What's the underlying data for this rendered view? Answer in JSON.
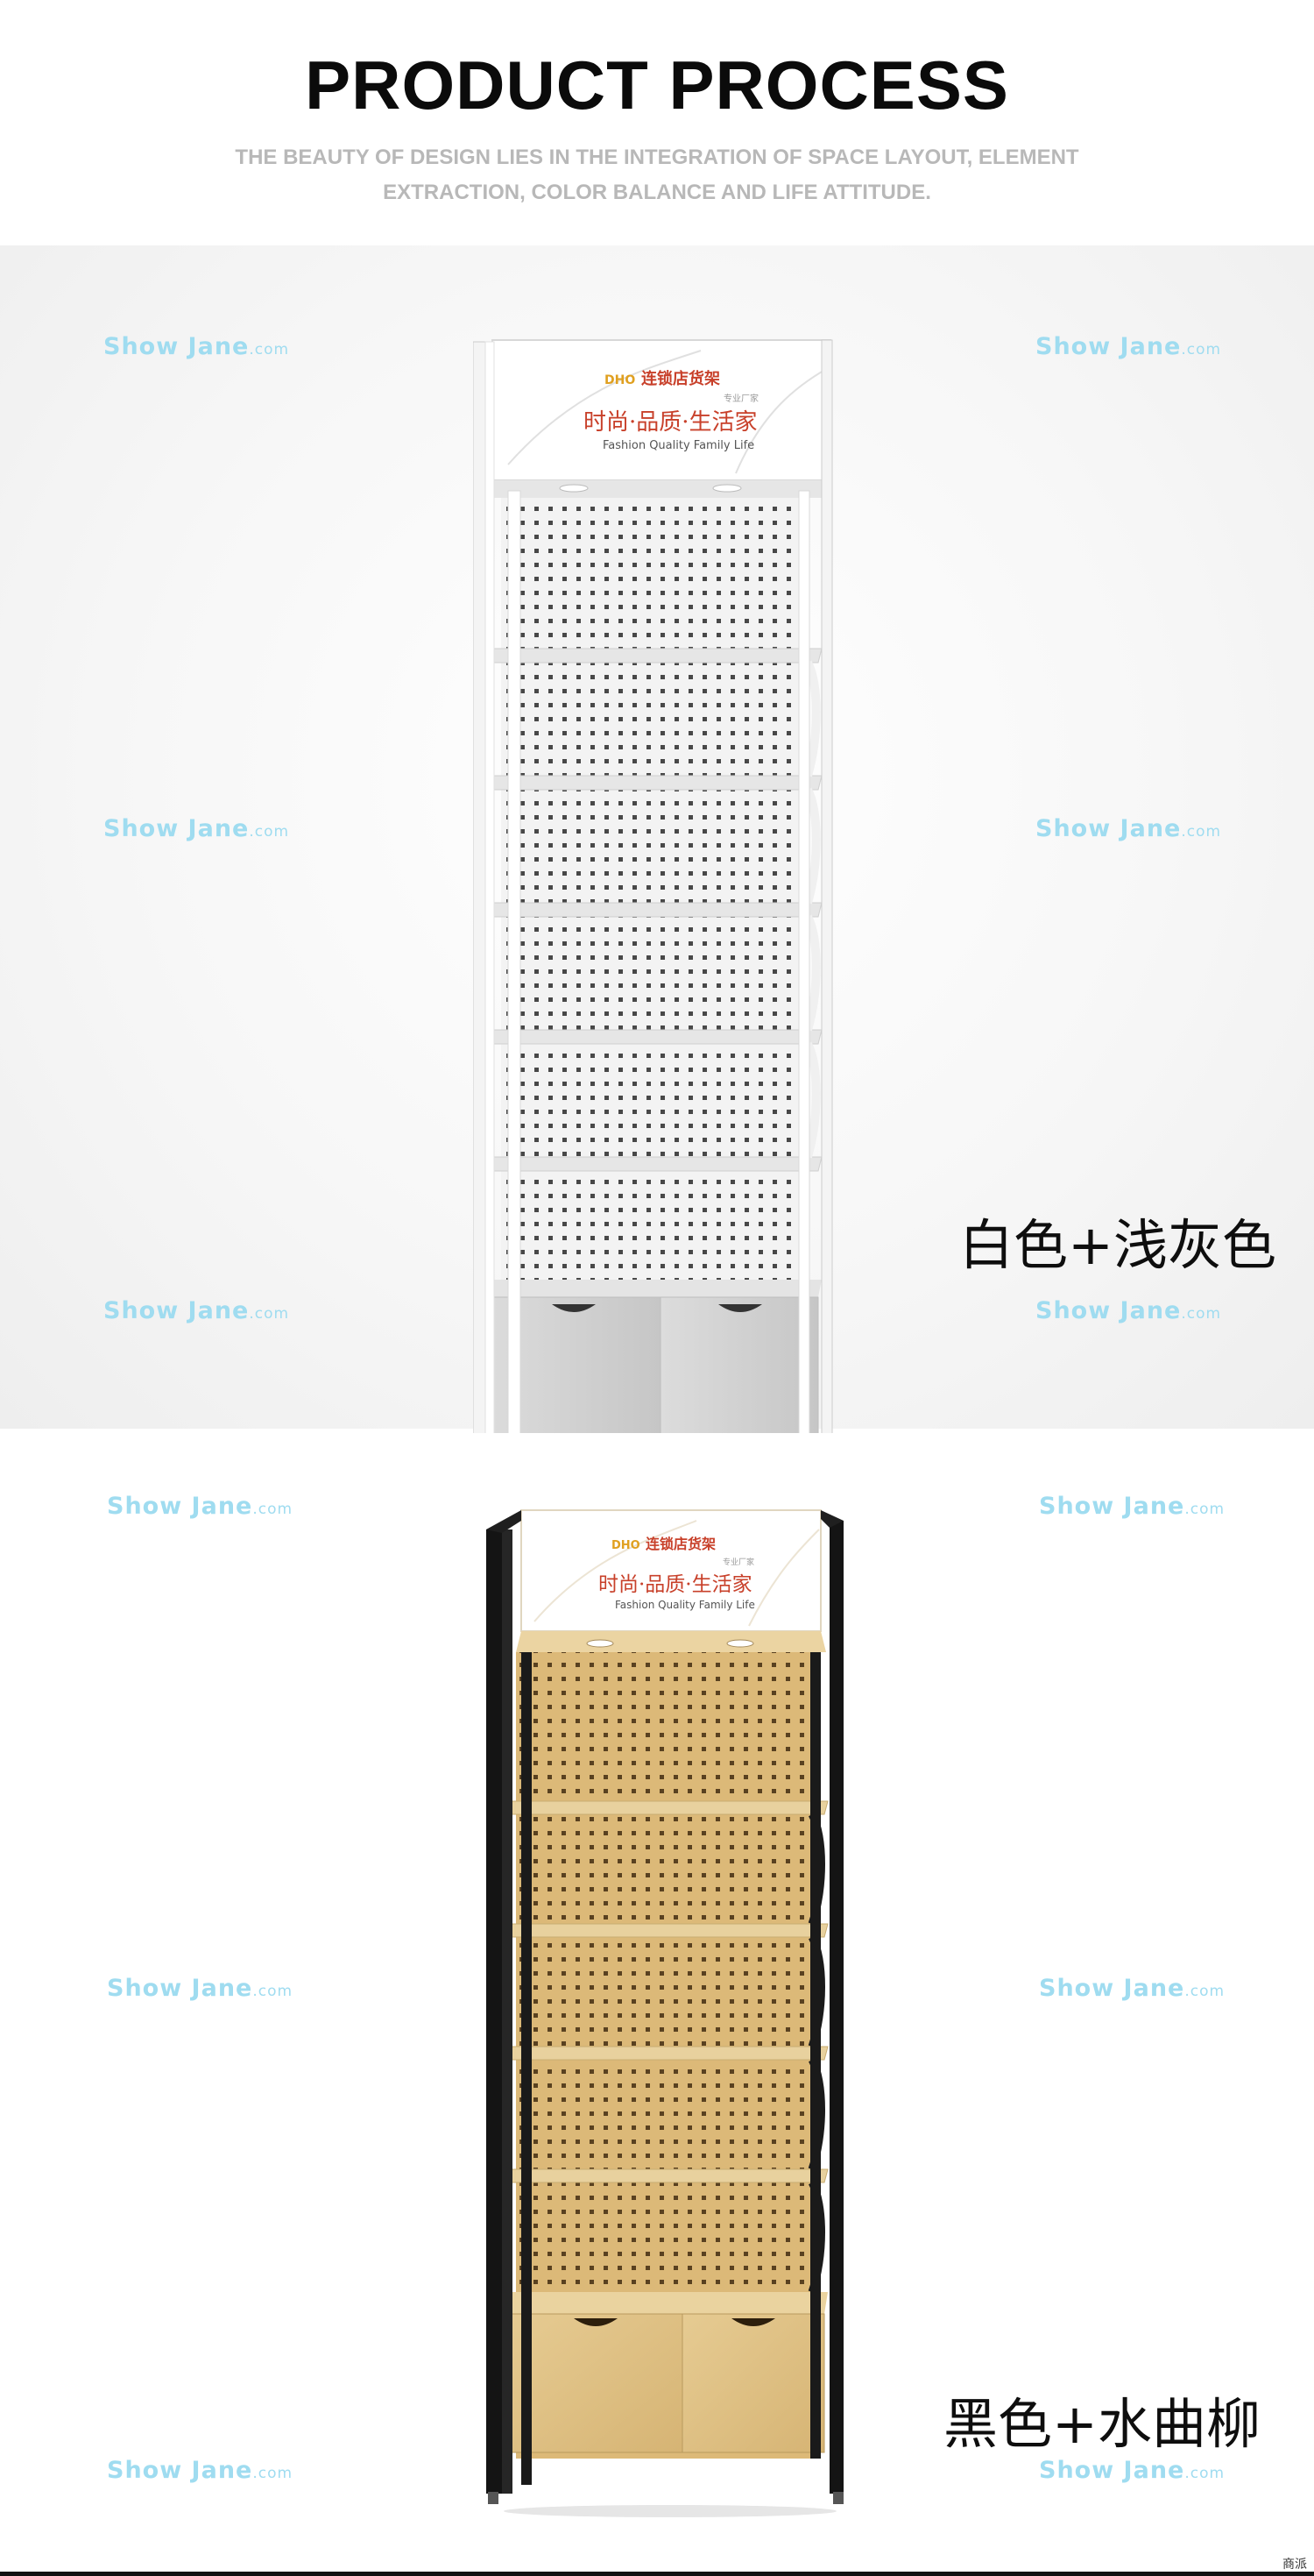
{
  "header": {
    "title": "PRODUCT PROCESS",
    "subtitle": "THE BEAUTY OF DESIGN LIES IN THE INTEGRATION OF SPACE LAYOUT, ELEMENT EXTRACTION, COLOR BALANCE AND LIFE ATTITUDE."
  },
  "watermark": {
    "main": "Show Jane",
    "domain": ".com"
  },
  "signboard": {
    "brand": "连锁店货架",
    "brand_mark": "DHO",
    "sub": "专业厂家",
    "slogan": "时尚·品质·生活家",
    "slogan_en": "Fashion Quality Family Life"
  },
  "products": [
    {
      "caption": "白色+浅灰色",
      "frame_color": "#f4f4f4",
      "panel_color": "#f0f0f0",
      "shelf_color": "#e9e9e9",
      "drawer_color": "#d4d4d4",
      "hole_color": "#2a2a2a"
    },
    {
      "caption": "黑色+水曲柳",
      "frame_color": "#141414",
      "panel_color": "#dcb978",
      "shelf_color": "#e8d19e",
      "drawer_color": "#e2c58e",
      "hole_color": "#4a3416"
    }
  ],
  "corner_label": "商派"
}
